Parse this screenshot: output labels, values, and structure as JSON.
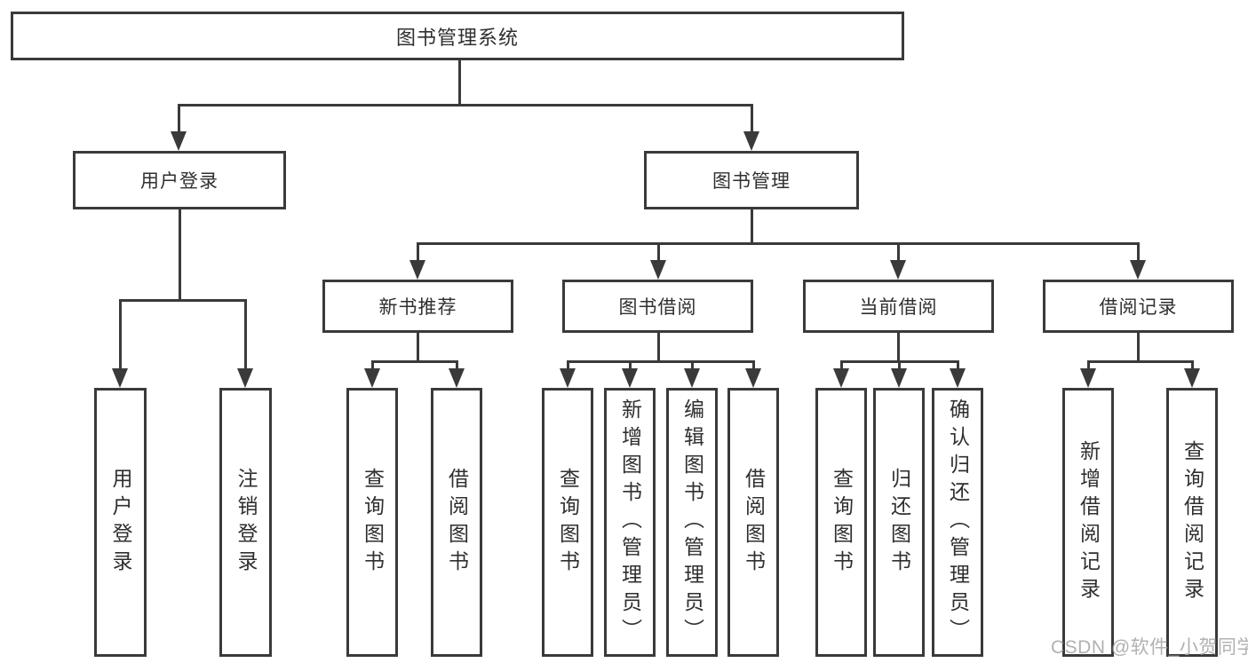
{
  "root": {
    "label": "图书管理系统"
  },
  "branches": [
    {
      "label": "用户登录",
      "leaves": [
        {
          "label": "用户登录"
        },
        {
          "label": "注销登录"
        }
      ]
    },
    {
      "label": "图书管理",
      "groups": [
        {
          "label": "新书推荐",
          "leaves": [
            {
              "label": "查询图书"
            },
            {
              "label": "借阅图书"
            }
          ]
        },
        {
          "label": "图书借阅",
          "leaves": [
            {
              "label": "查询图书"
            },
            {
              "label": "新增图书（管理员）"
            },
            {
              "label": "编辑图书（管理员）"
            },
            {
              "label": "借阅图书"
            }
          ]
        },
        {
          "label": "当前借阅",
          "leaves": [
            {
              "label": "查询图书"
            },
            {
              "label": "归还图书"
            },
            {
              "label": "确认归还（管理员）"
            }
          ]
        },
        {
          "label": "借阅记录",
          "leaves": [
            {
              "label": "新增借阅记录"
            },
            {
              "label": "查询借阅记录"
            }
          ]
        }
      ]
    }
  ],
  "watermark": {
    "text": "CSDN @软件_小贺同学"
  },
  "colors": {
    "line": "#3a3a3a",
    "text": "#2f2f2f",
    "watermark": "#a9a9a9",
    "background": "#ffffff"
  }
}
